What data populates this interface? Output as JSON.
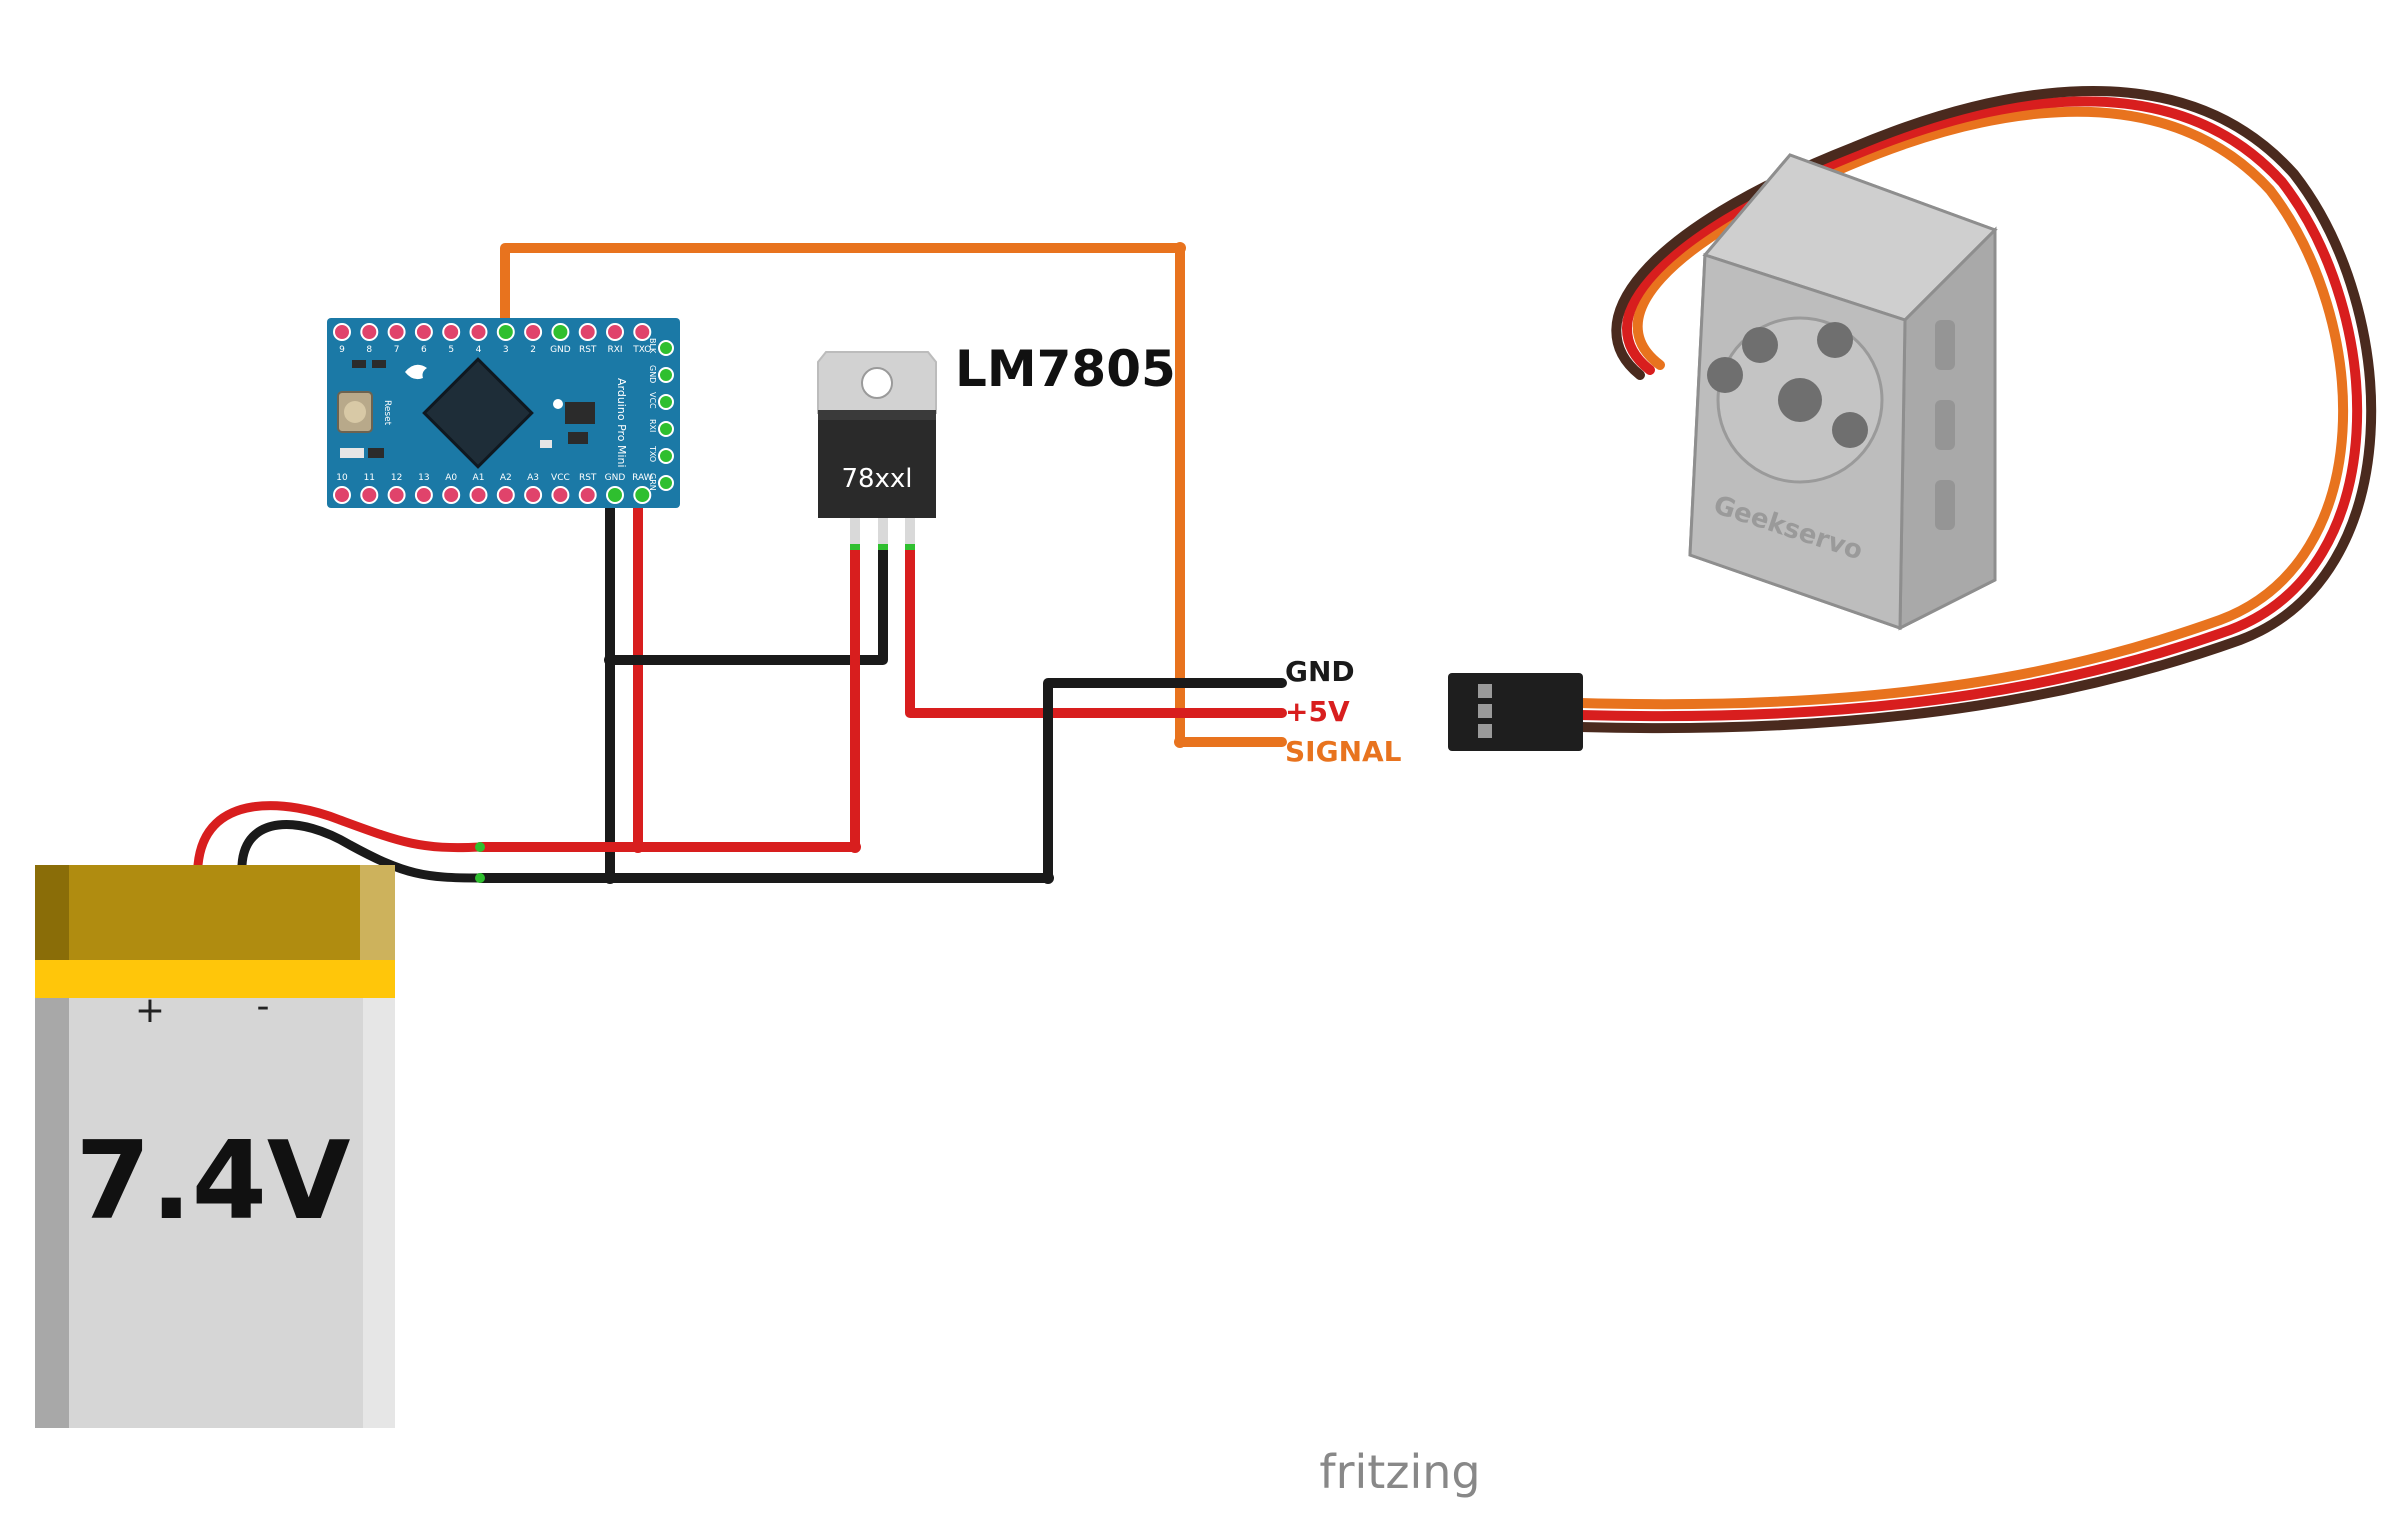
{
  "diagram": {
    "regulator_title": "LM7805",
    "regulator_marking": "78xxl",
    "battery_voltage": "7.4V",
    "battery_plus": "+",
    "battery_minus": "-",
    "label_gnd": "GND",
    "label_5v": "+5V",
    "label_signal": "SIGNAL",
    "servo_brand": "Geekservo",
    "watermark": "fritzing",
    "arduino": {
      "board_name": "Arduino Pro Mini",
      "reset_label": "Reset",
      "top_pins": [
        "9",
        "8",
        "7",
        "6",
        "5",
        "4",
        "3",
        "2",
        "GND",
        "RST",
        "RXI",
        "TXO"
      ],
      "bottom_pins": [
        "10",
        "11",
        "12",
        "13",
        "A0",
        "A1",
        "A2",
        "A3",
        "VCC",
        "RST",
        "GND",
        "RAW"
      ],
      "side_pins": [
        "BLK",
        "GND",
        "VCC",
        "RXI",
        "TXO",
        "GRN"
      ]
    }
  },
  "colors": {
    "gnd": "#1a1a1a",
    "power": "#d81e1e",
    "signal": "#e8731e",
    "board": "#1b79a6",
    "battery_top": "#b08c10",
    "battery_band": "#ffc60a",
    "battery_body": "#d6d6d6",
    "servo_body": "#b9b9b9"
  }
}
